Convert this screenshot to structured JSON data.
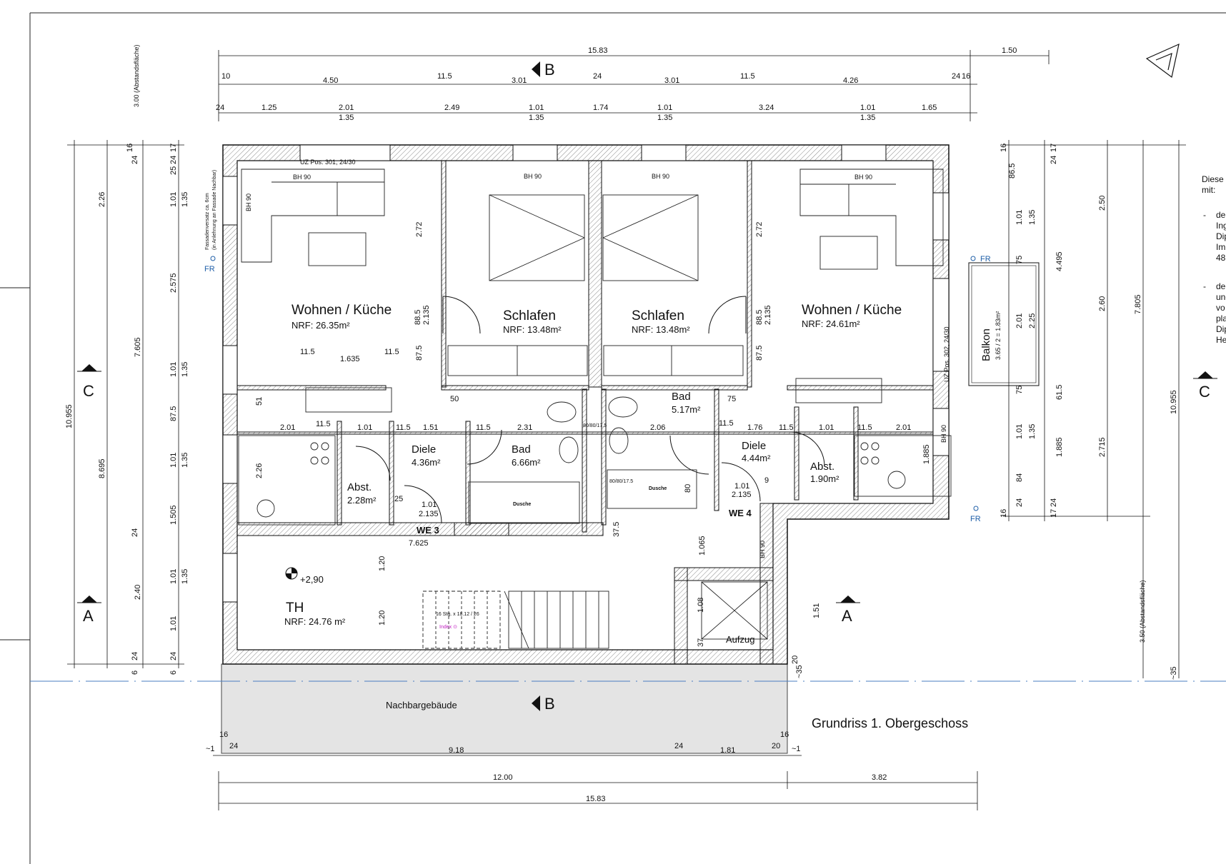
{
  "drawing": {
    "title": "Grundriss 1. Obergeschoss",
    "neighbor_label": "Nachbargebäude",
    "section_markers": {
      "a": "A",
      "b": "B",
      "c": "C"
    },
    "elevation": "+2,90"
  },
  "rooms": [
    {
      "name": "Wohnen / Küche",
      "area": "NRF: 26.35m²"
    },
    {
      "name": "Schlafen",
      "area": "NRF: 13.48m²"
    },
    {
      "name": "Schlafen",
      "area": "NRF: 13.48m²"
    },
    {
      "name": "Wohnen / Küche",
      "area": "NRF: 24.61m²"
    },
    {
      "name": "Diele",
      "area": "4.36m²"
    },
    {
      "name": "Bad",
      "area": "6.66m²"
    },
    {
      "name": "Bad",
      "area": "5.17m²"
    },
    {
      "name": "Diele",
      "area": "4.44m²"
    },
    {
      "name": "Abst.",
      "area": "2.28m²"
    },
    {
      "name": "Abst.",
      "area": "1.90m²"
    },
    {
      "name": "TH",
      "area": "NRF: 24.76 m²"
    },
    {
      "name": "Balkon",
      "area": "3.65 / 2 = 1.83m²"
    },
    {
      "name": "Aufzug",
      "area": ""
    }
  ],
  "units": {
    "we3": "WE 3",
    "we4": "WE 4"
  },
  "labels": {
    "bh90": "BH 90",
    "fr": "FR",
    "dusche": "Dusche",
    "uz301": "UZ Pos. 301, 24/30",
    "uz302": "UZ Pos. 302, 24/30",
    "fassade": "Fassadenversatz ca. 6cm",
    "fassade2": "(in Anlehnung an Fassade Nachbar)",
    "stairs": "16 Stg. x 18.12 / 26",
    "index": "Index ⊙",
    "abstand_top": "3.00 (Abstandsfläche)",
    "abstand_right": "3.50 (Abstandsfläche)",
    "wc": "80/80/17.5"
  },
  "dims_top": {
    "overall": "15.83",
    "balcony": "1.50",
    "row2": [
      "10",
      "4.50",
      "11.5",
      "3.01",
      "24",
      "3.01",
      "11.5",
      "4.26",
      "24",
      "16"
    ],
    "row3": [
      "24",
      "1.25",
      "2.01",
      "1.35",
      "2.49",
      "1.01",
      "1.35",
      "1.74",
      "1.01",
      "1.35",
      "3.24",
      "1.01",
      "1.35",
      "1.65"
    ]
  },
  "dims_bottom": {
    "row1": [
      "~1",
      "16",
      "24",
      "9.18",
      "24",
      "1.81",
      "20",
      "16",
      "~1"
    ],
    "row2": [
      "12.00",
      "3.82"
    ],
    "row3": "15.83"
  },
  "dims_left": [
    "16",
    "24",
    "2.26",
    "7.605",
    "10.955",
    "8.695",
    "24",
    "2.40",
    "24",
    "6"
  ],
  "dims_left2": [
    "17",
    "24",
    "25",
    "1.01",
    "1.35",
    "2.575",
    "1.01",
    "1.35",
    "87.5",
    "1.01",
    "1.35",
    "1.505",
    "1.01",
    "1.35",
    "1.01",
    "24",
    "6"
  ],
  "dims_right": [
    "16",
    "86.5",
    "17",
    "24",
    "1.01",
    "1.35",
    "75",
    "2.01",
    "2.25",
    "75",
    "61.5",
    "1.01",
    "1.35",
    "84",
    "24",
    "16",
    "17",
    "24",
    "2.50",
    "4.495",
    "2.60",
    "1.885",
    "2.715",
    "7.805",
    "10.955",
    "~35"
  ],
  "dims_inner": {
    "h272a": "2.72",
    "h272b": "2.72",
    "d885": "88.5",
    "d2135": "2.135",
    "d875": "87.5",
    "w115": "11.5",
    "w1635": "1.635",
    "d50": "50",
    "d75": "75",
    "d24": "24",
    "d20": "20",
    "r201": "2.01",
    "r101": "1.01",
    "r151": "1.51",
    "r231": "2.31",
    "r206": "2.06",
    "r176": "1.76",
    "r9": "9",
    "d25": "25",
    "d226": "2.26",
    "d7625": "7.625",
    "d375": "37.5",
    "d80": "80",
    "d1065": "1.065",
    "d120": "1.20",
    "d108": "1.08",
    "d37": "37",
    "d151": "1.51",
    "d1885": "1.885",
    "d51": "51",
    "d6": "6",
    "d35": "~35"
  },
  "notes": [
    "Diese",
    "mit:",
    "-",
    "de",
    "Ing",
    "Dip",
    "Im",
    "48",
    "-",
    "de",
    "und",
    "vo",
    "pla",
    "Dip",
    "He"
  ]
}
